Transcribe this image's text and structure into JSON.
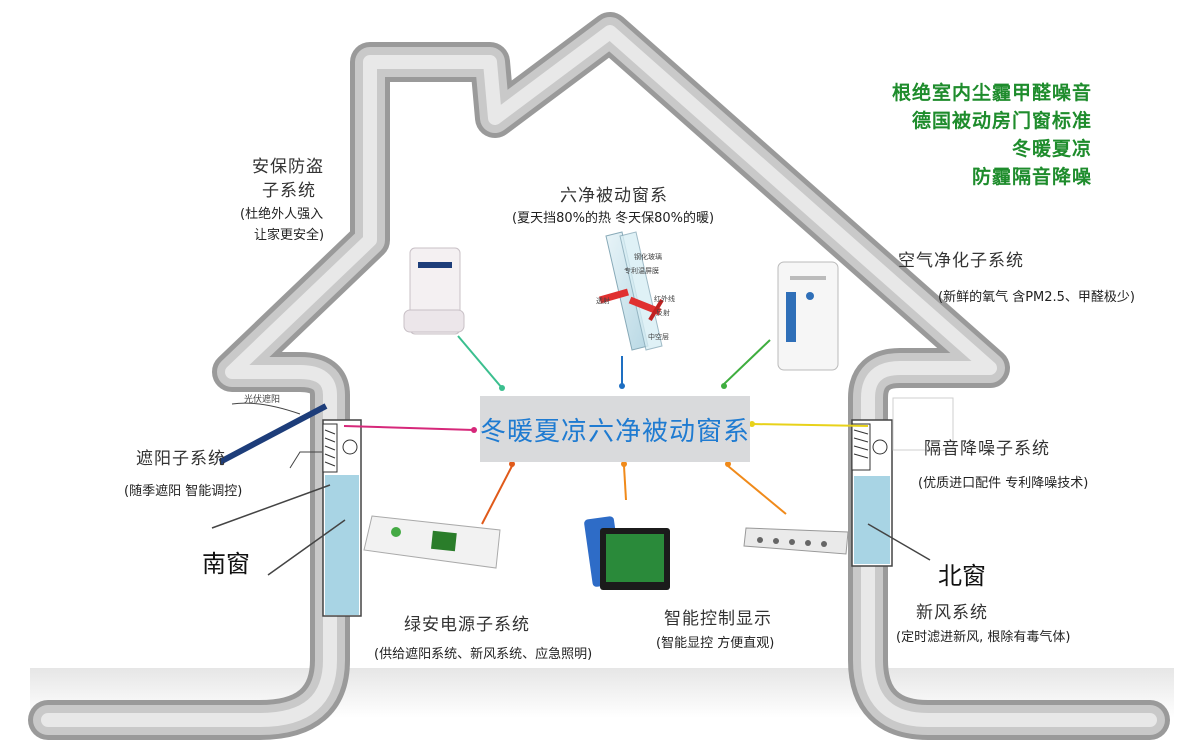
{
  "slogans": [
    "根绝室内尘霾甲醛噪音",
    "德国被动房门窗标准",
    "冬暖夏凉",
    "防霾隔音降噪"
  ],
  "center": {
    "title": "冬暖夏凉六净被动窗系"
  },
  "subsystems": {
    "security": {
      "title_line1": "安保防盗",
      "title_line2": "子系统",
      "desc_line1": "(杜绝外人强入",
      "desc_line2": "让家更安全)"
    },
    "window": {
      "title": "六净被动窗系",
      "desc": "(夏天挡80%的热 冬天保80%的暖)",
      "glass_labels": [
        "钢化玻璃",
        "专利温屏膜",
        "红外线",
        "反射",
        "透射",
        "中空层"
      ]
    },
    "air": {
      "title": "空气净化子系统",
      "desc": "(新鲜的氧气 含PM2.5、甲醛极少)"
    },
    "sunshade": {
      "title": "遮阳子系统",
      "desc": "(随季遮阳  智能调控)",
      "pv_label": "光伏遮阳"
    },
    "noise": {
      "title": "隔音降噪子系统",
      "desc": "(优质进口配件  专利降噪技术)"
    },
    "power": {
      "title": "绿安电源子系统",
      "desc": "(供给遮阳系统、新风系统、应急照明)"
    },
    "control": {
      "title": "智能控制显示",
      "desc": "(智能显控  方便直观)"
    },
    "fresh_air": {
      "title": "新风系统",
      "desc": "(定时滤进新风, 根除有毒气体)"
    }
  },
  "windows": {
    "south": "南窗",
    "north": "北窗"
  },
  "colors": {
    "slogan": "#1e8c2c",
    "center_text": "#1f7bd1",
    "center_bg": "#d9dadc",
    "link_security": "#3bbf8f",
    "link_window": "#1e6fc2",
    "link_air": "#3fae3f",
    "link_sunshade": "#d6287a",
    "link_noise": "#e8d21a",
    "link_power": "#e05a1a",
    "link_control": "#f08a1a",
    "link_fresh": "#f08a1a"
  }
}
